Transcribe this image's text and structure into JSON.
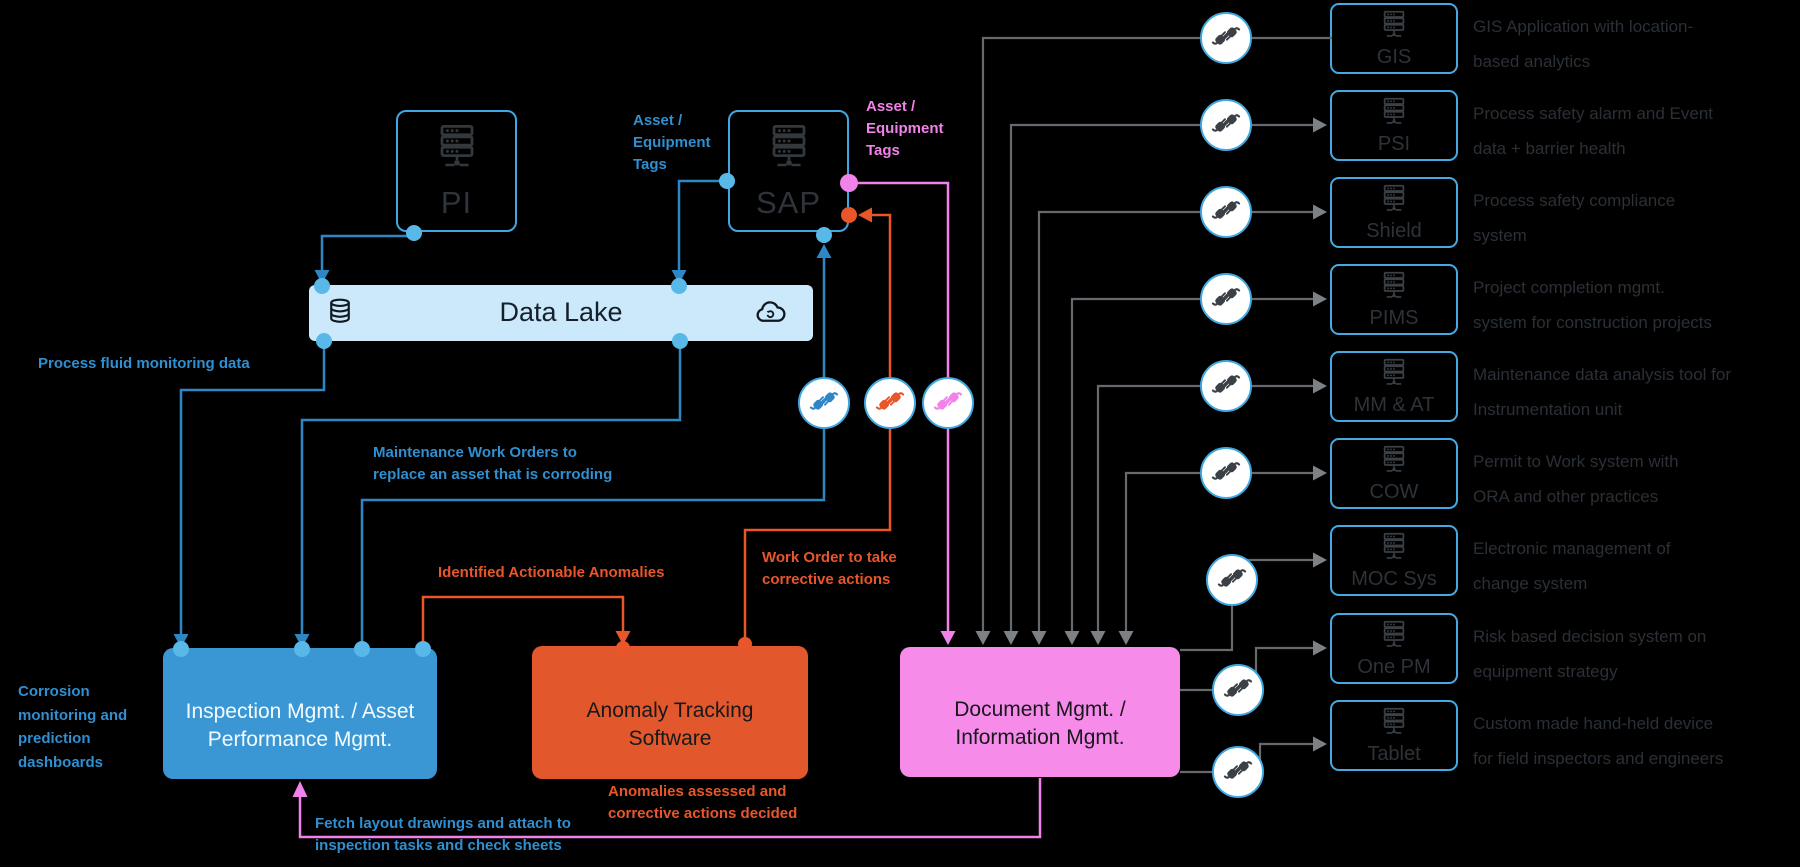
{
  "colors": {
    "background": "#000000",
    "blue_line": "#2e86c5",
    "blue_text": "#2f8fd0",
    "light_blue_dot": "#58b9e8",
    "orange": "#e8562a",
    "pink": "#f182e9",
    "gray_line": "#66696d",
    "gray_arrow": "#7d8184",
    "inspection_box": "#3b97d3",
    "anomaly_box": "#e2572b",
    "document_box": "#f78bea",
    "data_lake_bg": "#cbe9fb",
    "node_border": "#3fa7e1"
  },
  "icons": {
    "server": "server-icon",
    "database": "database-icon",
    "cloud": "cloud-sync-icon",
    "plug": "integration-plug-icon"
  },
  "nodes": {
    "pi": {
      "label": "PI"
    },
    "sap": {
      "label": "SAP"
    },
    "data_lake": {
      "label": "Data Lake"
    },
    "inspection": {
      "line1": "Inspection Mgmt. / Asset",
      "line2": "Performance Mgmt."
    },
    "anomaly": {
      "line1": "Anomaly Tracking",
      "line2": "Software"
    },
    "document": {
      "line1": "Document Mgmt. /",
      "line2": "Information Mgmt."
    }
  },
  "edge_labels": {
    "process_fluid": "Process fluid monitoring data",
    "asset_tags_blue": [
      "Asset /",
      "Equipment",
      "Tags"
    ],
    "asset_tags_pink": [
      "Asset /",
      "Equipment",
      "Tags"
    ],
    "maintenance_wo": [
      "Maintenance Work Orders to",
      "replace an asset that is corroding"
    ],
    "identified_anomalies": "Identified Actionable Anomalies",
    "work_order": [
      "Work Order to take",
      "corrective actions"
    ],
    "anomalies_assessed": [
      "Anomalies assessed and",
      "corrective actions decided"
    ],
    "fetch_layout": [
      "Fetch layout drawings and attach to",
      "inspection tasks and check sheets"
    ],
    "corrosion": [
      "Corrosion",
      "monitoring and",
      "prediction",
      "dashboards"
    ]
  },
  "systems": [
    {
      "name": "GIS",
      "desc1": "GIS Application with location-",
      "desc2": "based analytics"
    },
    {
      "name": "PSI",
      "desc1": "Process safety alarm and Event",
      "desc2": "data + barrier health"
    },
    {
      "name": "Shield",
      "desc1": "Process safety compliance",
      "desc2": "system"
    },
    {
      "name": "PIMS",
      "desc1": "Project completion mgmt.",
      "desc2": "system for construction projects"
    },
    {
      "name": "MM & AT",
      "desc1": "Maintenance data analysis tool for",
      "desc2": "Instrumentation unit"
    },
    {
      "name": "COW",
      "desc1": "Permit to Work system with",
      "desc2": "ORA and other practices"
    },
    {
      "name": "MOC Sys",
      "desc1": "Electronic management of",
      "desc2": "change system"
    },
    {
      "name": "One PM",
      "desc1": "Risk based decision system on",
      "desc2": "equipment strategy"
    },
    {
      "name": "Tablet",
      "desc1": "Custom made hand-held device",
      "desc2": "for field inspectors and engineers"
    }
  ]
}
